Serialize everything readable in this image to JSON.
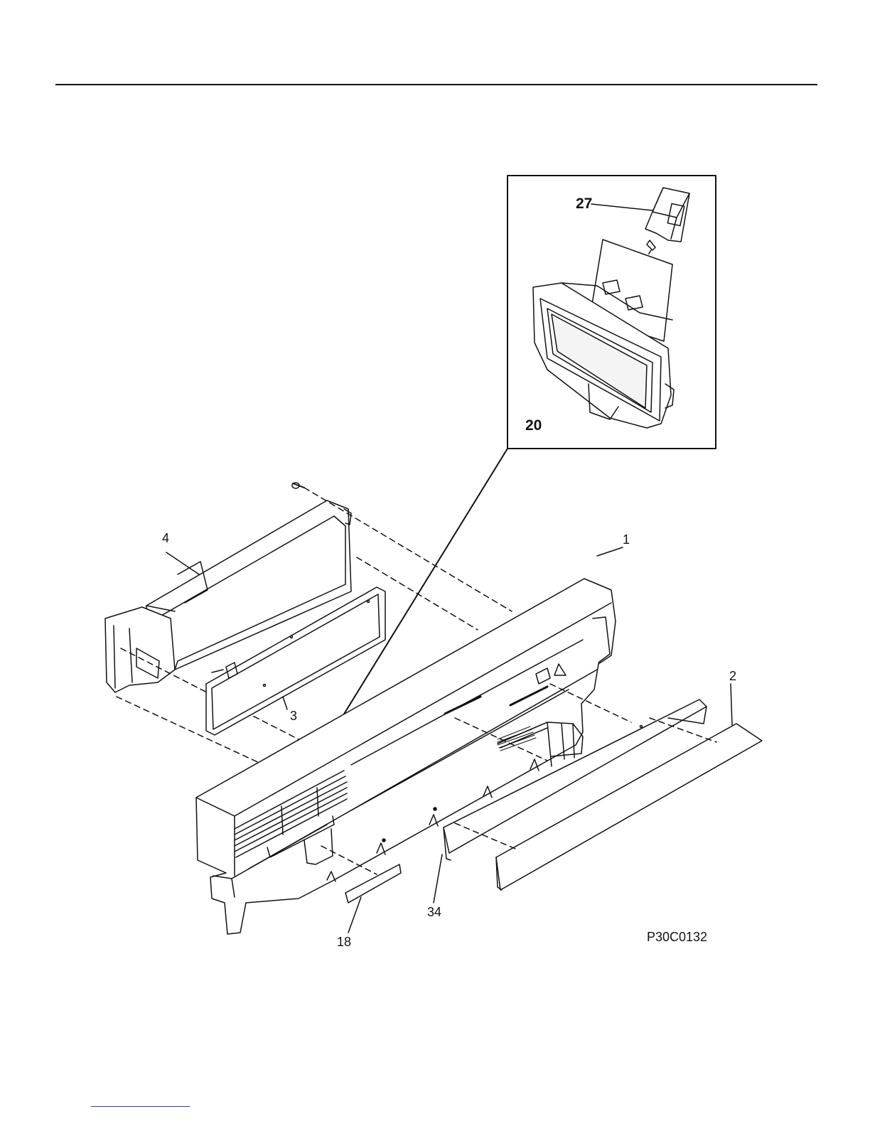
{
  "diagram": {
    "figure_code": "P30C0132",
    "callouts": {
      "c1": "1",
      "c2": "2",
      "c3": "3",
      "c4": "4",
      "c18": "18",
      "c20": "20",
      "c27": "27",
      "c34": "34"
    }
  },
  "colors": {
    "line": "#111111",
    "footer_link": "#2b3fb0"
  }
}
